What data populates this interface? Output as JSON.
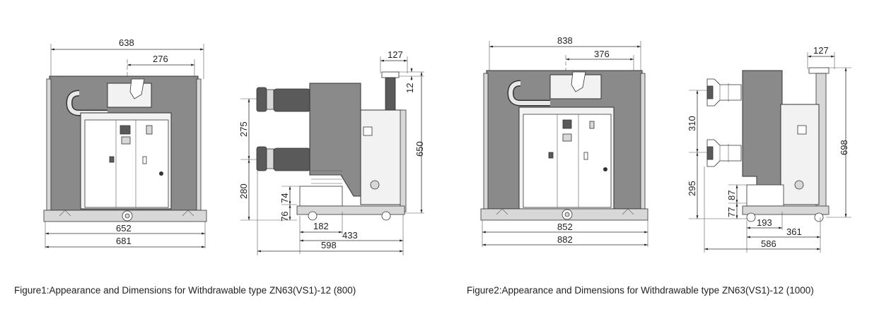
{
  "figure1": {
    "caption": "Figure1:Appearance and Dimensions for Withdrawable type ZN63(VS1)-12 (800)",
    "front": {
      "top_width": "638",
      "upper_offset": "276",
      "base_width": "652",
      "overall_width": "681"
    },
    "side": {
      "top_width": "127",
      "top_height": "12",
      "upper_spacing": "275",
      "total_height": "650",
      "lower_height": "280",
      "block_height": "74",
      "base_height": "76",
      "base_width": "182",
      "depth_mid": "433",
      "depth_total": "598"
    }
  },
  "figure2": {
    "caption": "Figure2:Appearance and Dimensions for Withdrawable type ZN63(VS1)-12 (1000)",
    "front": {
      "top_width": "838",
      "upper_offset": "376",
      "base_width": "852",
      "overall_width": "882"
    },
    "side": {
      "top_width": "127",
      "upper_spacing": "310",
      "total_height": "698",
      "lower_height": "295",
      "block_height": "87",
      "base_height": "77",
      "base_width": "193",
      "depth_mid": "361",
      "depth_total": "586"
    }
  }
}
